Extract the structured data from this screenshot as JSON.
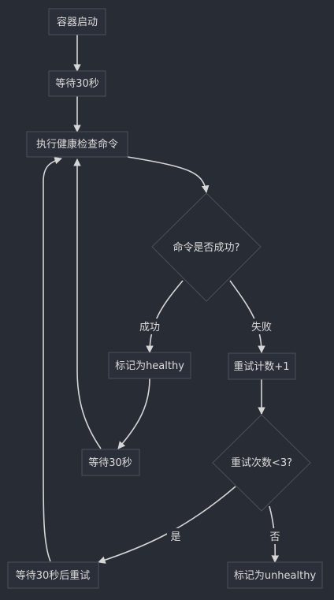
{
  "nodes": {
    "container_start": "容器启动",
    "wait_30s_initial": "等待30秒",
    "run_health_check": "执行健康检查命令",
    "command_succeeded": "命令是否成功?",
    "mark_healthy": "标记为healthy",
    "increment_retry": "重试计数+1",
    "wait_30s_loop": "等待30秒",
    "retry_lt_3": "重试次数<3?",
    "wait_30s_retry": "等待30秒后重试",
    "mark_unhealthy": "标记为unhealthy"
  },
  "edges": {
    "success": "成功",
    "failure": "失败",
    "yes": "是",
    "no": "否"
  },
  "colors": {
    "background": "#282c34",
    "node_fill": "#2b2f39",
    "node_border": "#4b505b",
    "edge": "#d6d6d6",
    "text": "#dcdcdc"
  }
}
